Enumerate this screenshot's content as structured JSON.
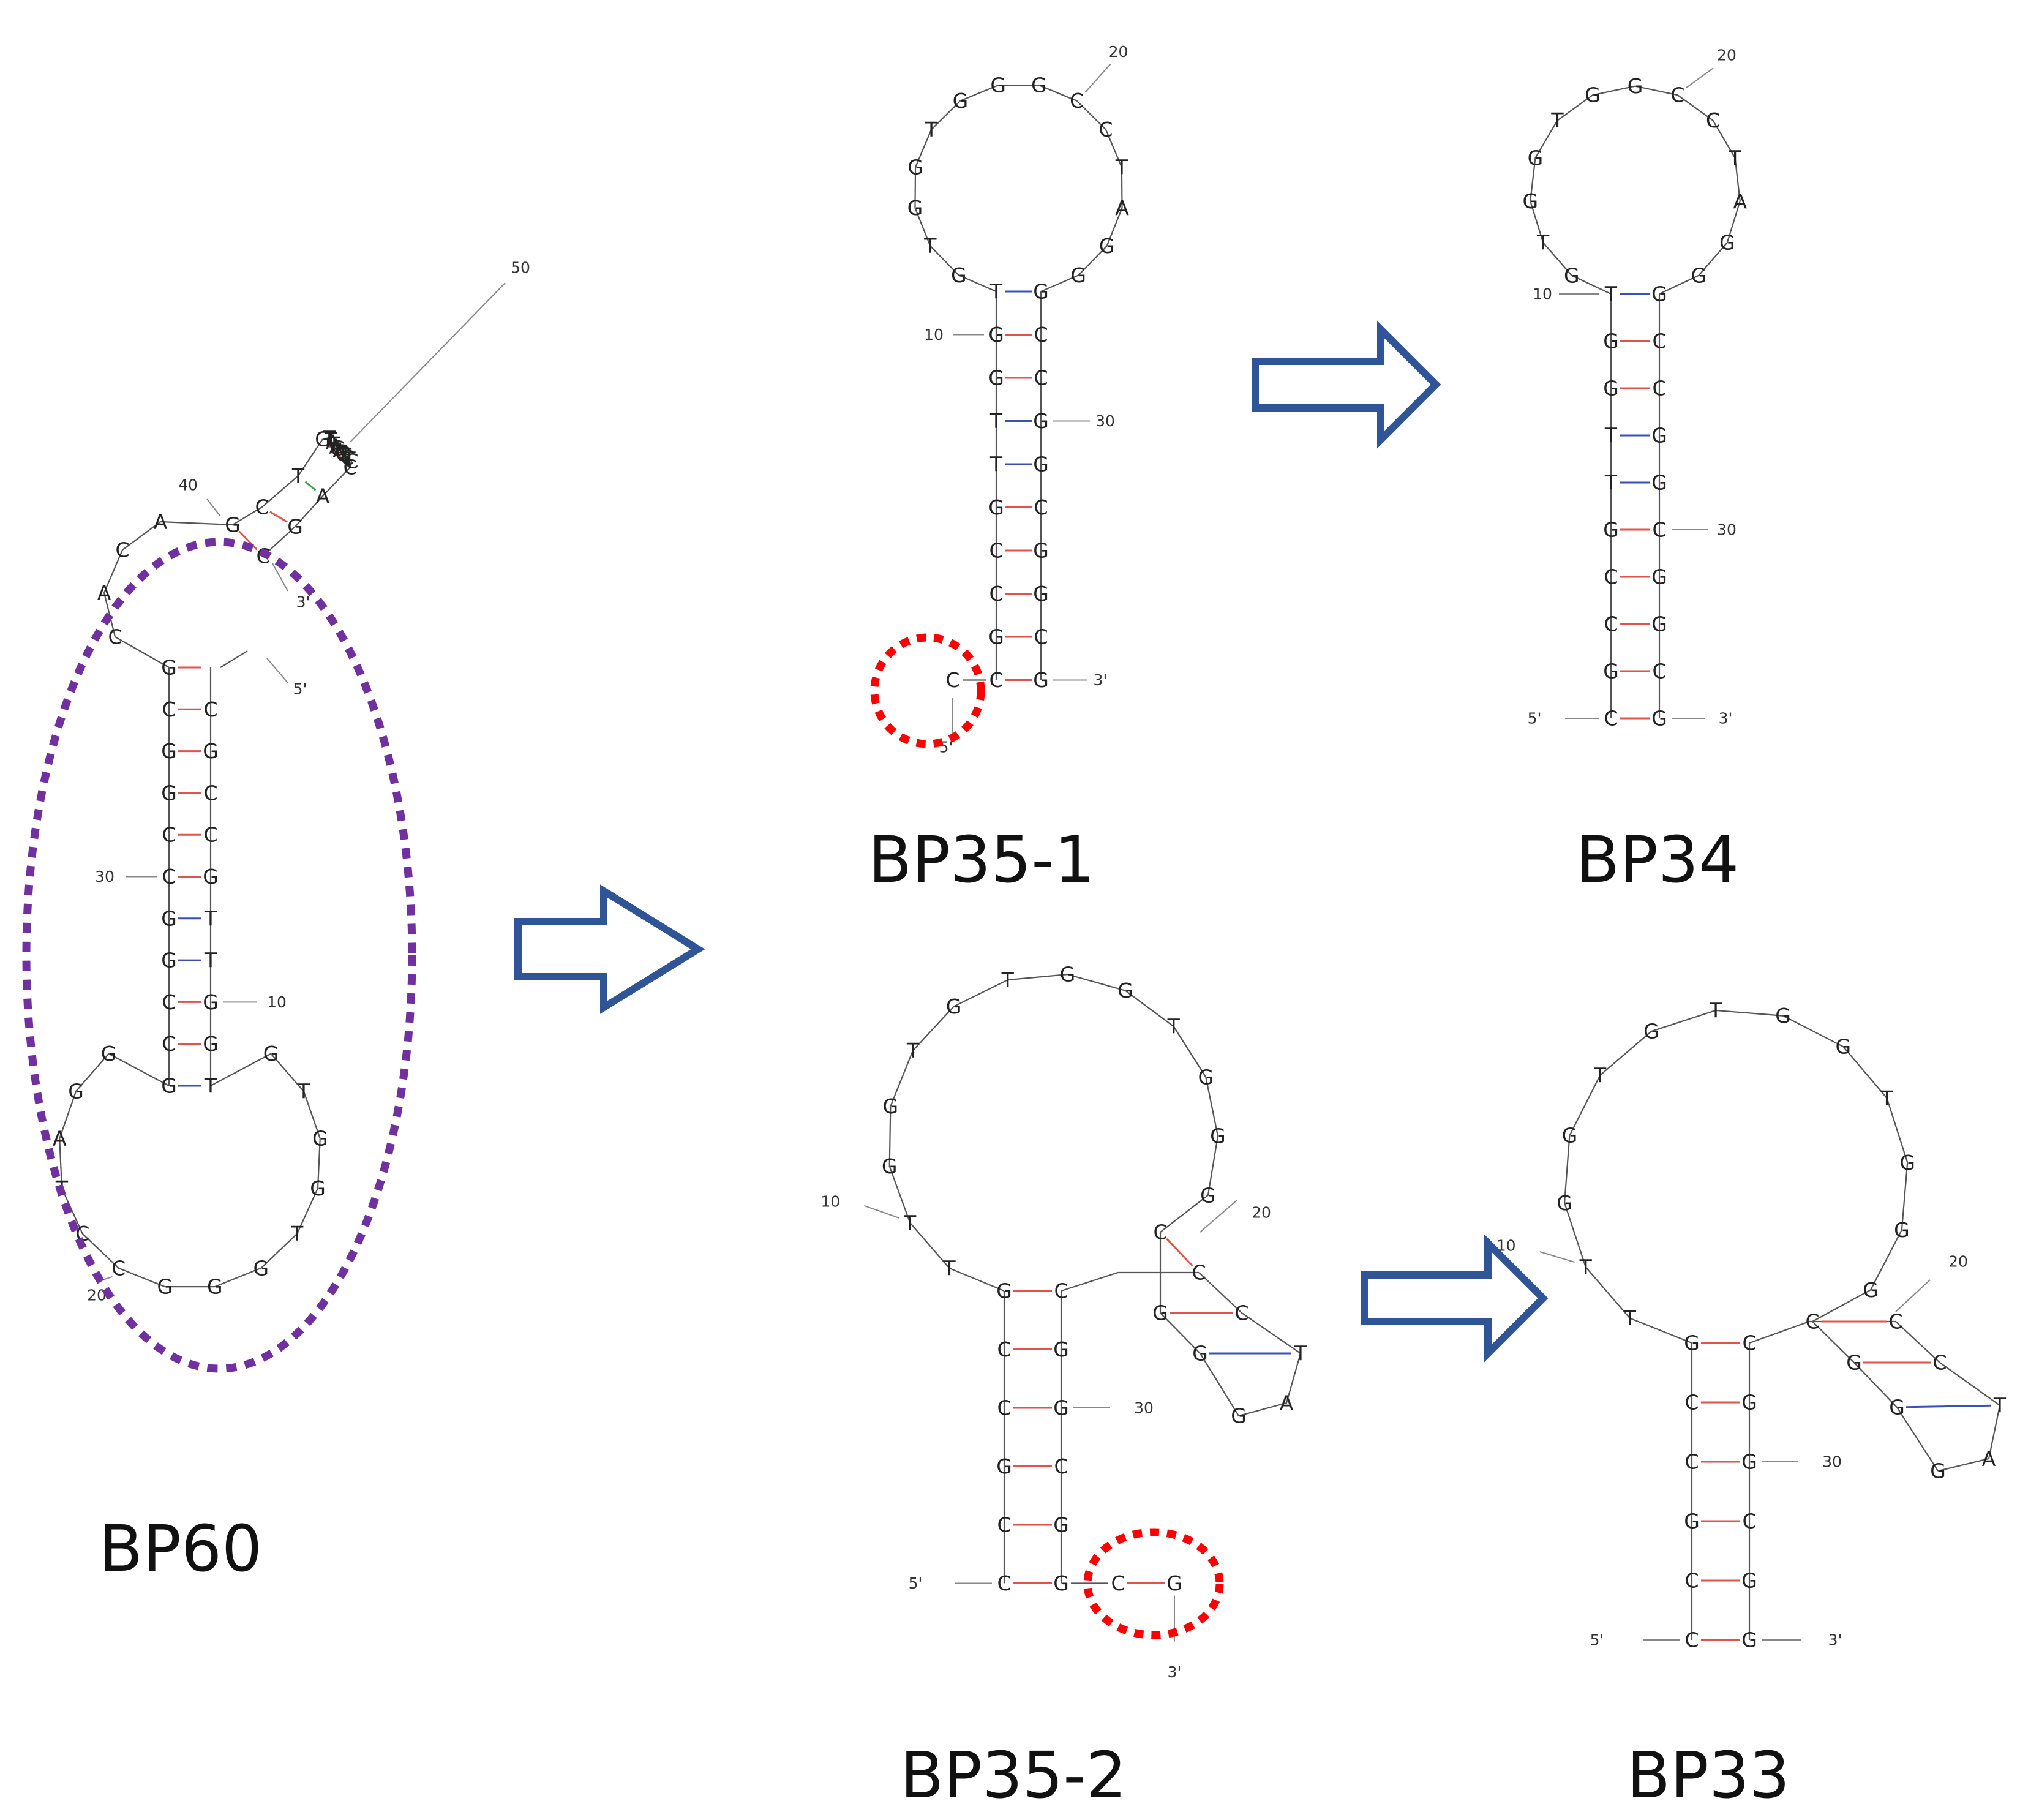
{
  "colors": {
    "pair_gc": "#e0524a",
    "pair_at": "#3fa34d",
    "pair_gt": "#3a4fb8",
    "arrow": "#2f5597",
    "circle_purple": "#7030a0",
    "circle_red": "#ff0000"
  },
  "labels": {
    "bp60": "BP60",
    "bp35_1": "BP35-1",
    "bp34": "BP34",
    "bp35_2": "BP35-2",
    "bp33": "BP33"
  },
  "structures": {
    "bp60": {
      "stem_left": [
        "G",
        "C",
        "G",
        "G",
        "C",
        "C",
        "G",
        "G",
        "C",
        "C",
        "G"
      ],
      "stem_right": [
        "C",
        "G",
        "C",
        "C",
        "G",
        "T",
        "T",
        "G",
        "G",
        "T"
      ],
      "loop": [
        "G",
        "G",
        "A",
        "T",
        "C",
        "C",
        "G",
        "G",
        "G",
        "T",
        "G",
        "G",
        "T",
        "G"
      ],
      "upper_left_strand": [
        "C",
        "A",
        "C",
        "A",
        "G",
        "C",
        "T",
        "G"
      ],
      "upper_loop": [
        "T",
        "T",
        "A",
        "T",
        "A",
        "G",
        "A",
        "C",
        "G",
        "T",
        "C",
        "T",
        "C"
      ],
      "upper_right_strand": [
        "C",
        "A",
        "G",
        "C"
      ],
      "numbers": [
        "40",
        "50",
        "30",
        "10",
        "20"
      ],
      "ends": {
        "five": "5'",
        "three": "3'"
      }
    },
    "bp35_1": {
      "stem_left": [
        "T",
        "G",
        "G",
        "T",
        "T",
        "G",
        "C",
        "C",
        "G",
        "C"
      ],
      "stem_right": [
        "G",
        "C",
        "C",
        "G",
        "G",
        "C",
        "G",
        "G",
        "C",
        "G"
      ],
      "loop": [
        "G",
        "T",
        "G",
        "G",
        "T",
        "G",
        "G",
        "G",
        "C",
        "C",
        "T",
        "A",
        "G",
        "G"
      ],
      "dangling": "C",
      "numbers": [
        "20",
        "10",
        "30"
      ],
      "ends": {
        "five": "5'",
        "three": "3'"
      }
    },
    "bp34": {
      "stem_left": [
        "T",
        "G",
        "G",
        "T",
        "T",
        "G",
        "C",
        "C",
        "G",
        "C"
      ],
      "stem_right": [
        "G",
        "C",
        "C",
        "G",
        "G",
        "C",
        "G",
        "G",
        "C",
        "G"
      ],
      "loop": [
        "G",
        "T",
        "G",
        "G",
        "T",
        "G",
        "G",
        "C",
        "C",
        "T",
        "A",
        "G",
        "G"
      ],
      "numbers": [
        "20",
        "10",
        "30"
      ],
      "ends": {
        "five": "5'",
        "three": "3'"
      }
    },
    "bp35_2": {
      "stem_left": [
        "G",
        "C",
        "C",
        "G",
        "C",
        "C"
      ],
      "stem_right": [
        "C",
        "G",
        "G",
        "C",
        "G",
        "G"
      ],
      "loop": [
        "T",
        "T",
        "G",
        "G",
        "T",
        "G",
        "T",
        "G",
        "G",
        "T",
        "G",
        "G",
        "G"
      ],
      "hairpin_left": [
        "C",
        "G",
        "G"
      ],
      "hairpin_right": [
        "C",
        "C",
        "T",
        "A",
        "G"
      ],
      "dangling": [
        "C",
        "G"
      ],
      "numbers": [
        "10",
        "20",
        "30"
      ],
      "ends": {
        "five": "5'",
        "three": "3'"
      }
    },
    "bp33": {
      "stem_left": [
        "G",
        "C",
        "C",
        "G",
        "C",
        "C"
      ],
      "stem_right": [
        "C",
        "G",
        "G",
        "C",
        "G",
        "G"
      ],
      "loop": [
        "T",
        "T",
        "G",
        "G",
        "T",
        "G",
        "T",
        "G",
        "G",
        "T",
        "G",
        "G",
        "G"
      ],
      "hairpin_left": [
        "C",
        "G",
        "G"
      ],
      "hairpin_right": [
        "C",
        "C",
        "T",
        "A",
        "G"
      ],
      "numbers": [
        "10",
        "20",
        "30"
      ],
      "ends": {
        "five": "5'",
        "three": "3'"
      }
    }
  }
}
